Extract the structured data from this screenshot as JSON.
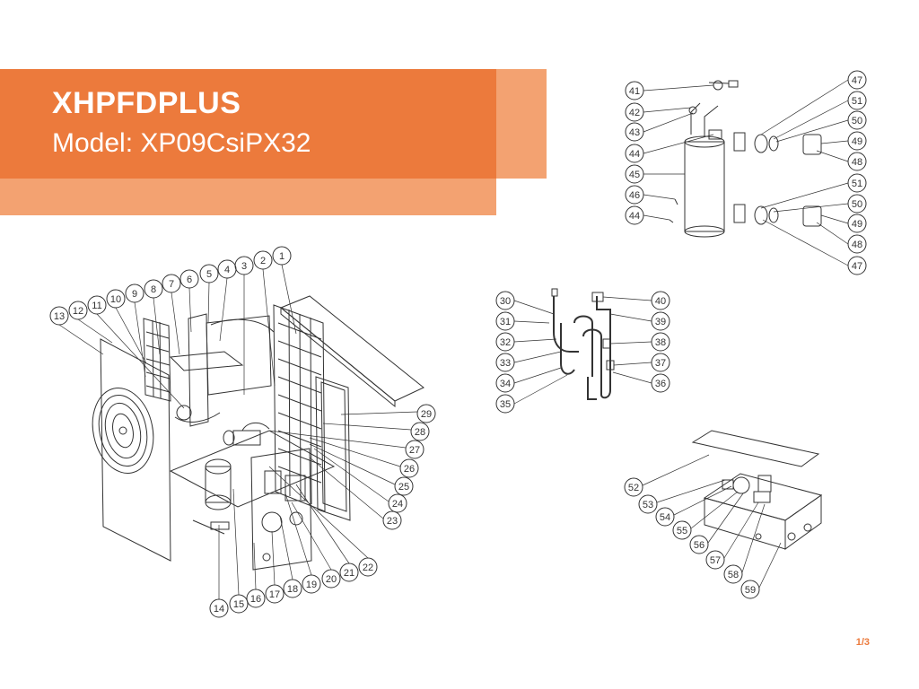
{
  "header": {
    "brand": "XHPFDPLUS",
    "model": "Model: XP09CsiPX32"
  },
  "footer": {
    "page": "1/3"
  },
  "colors": {
    "accent": "#ec7a3c",
    "accent_light": "#f3a271",
    "line": "#333333"
  },
  "callouts": {
    "main_unit": [
      "1",
      "2",
      "3",
      "4",
      "5",
      "6",
      "7",
      "8",
      "9",
      "10",
      "11",
      "12",
      "13",
      "14",
      "15",
      "16",
      "17",
      "18",
      "19",
      "20",
      "21",
      "22",
      "23",
      "24",
      "25",
      "26",
      "27",
      "28",
      "29"
    ],
    "tank": [
      "41",
      "42",
      "43",
      "44",
      "45",
      "46",
      "44",
      "47",
      "51",
      "50",
      "49",
      "48",
      "51",
      "50",
      "49",
      "48",
      "47"
    ],
    "pipes": [
      "30",
      "31",
      "32",
      "33",
      "34",
      "35",
      "40",
      "39",
      "38",
      "37",
      "36"
    ],
    "electrical_box": [
      "52",
      "53",
      "54",
      "55",
      "56",
      "57",
      "58",
      "59"
    ]
  }
}
